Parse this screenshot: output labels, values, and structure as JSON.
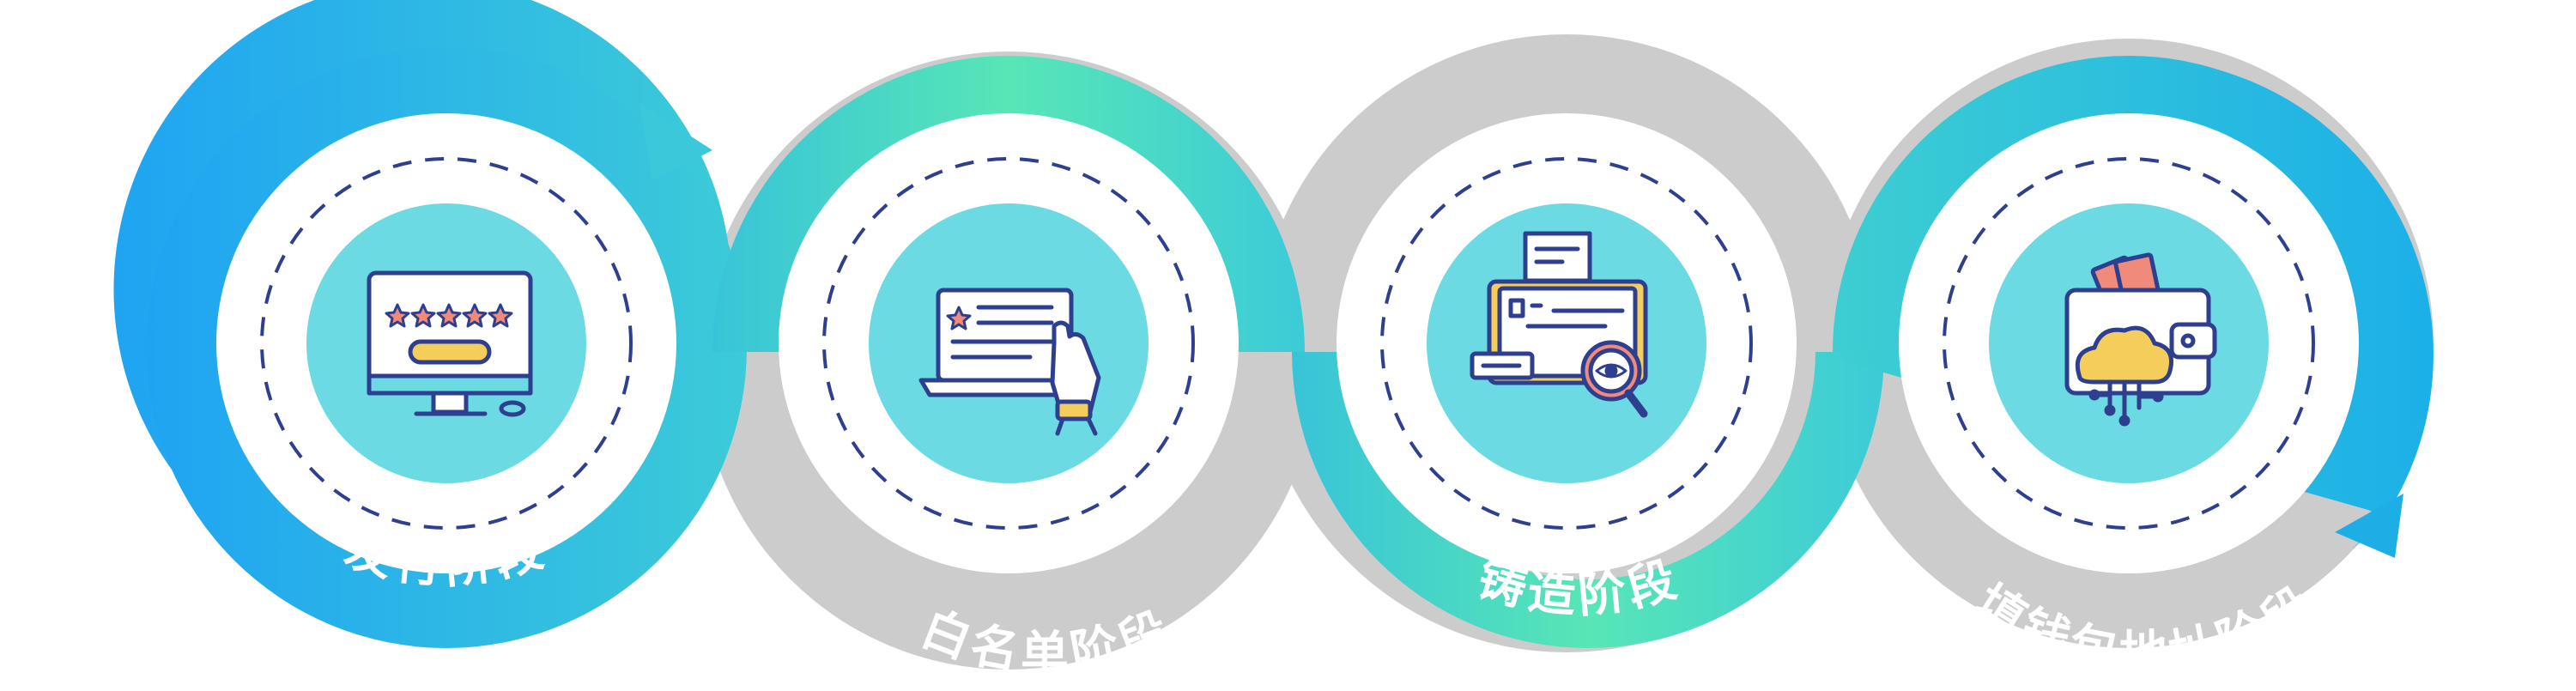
{
  "stages": [
    {
      "label": "发行阶段",
      "icon": "monitor-rating-icon",
      "ring": "active"
    },
    {
      "label": "白名单阶段",
      "icon": "laptop-list-icon",
      "ring": "inactive"
    },
    {
      "label": "铸造阶段",
      "icon": "id-card-inspect-icon",
      "ring": "active"
    },
    {
      "label": "填钱包地址阶段",
      "icon": "wallet-cloud-icon",
      "ring": "active"
    }
  ],
  "colors": {
    "blue": "#1FA9F0",
    "teal": "#3BC6D6",
    "green": "#56E3B8",
    "gray": "#CCCCCC",
    "inner_fill": "#6BDAE3",
    "dash": "#2E3F8F",
    "icon_line": "#2E3F8F",
    "star": "#F08A7A",
    "accent_yellow": "#F5CD5A"
  }
}
